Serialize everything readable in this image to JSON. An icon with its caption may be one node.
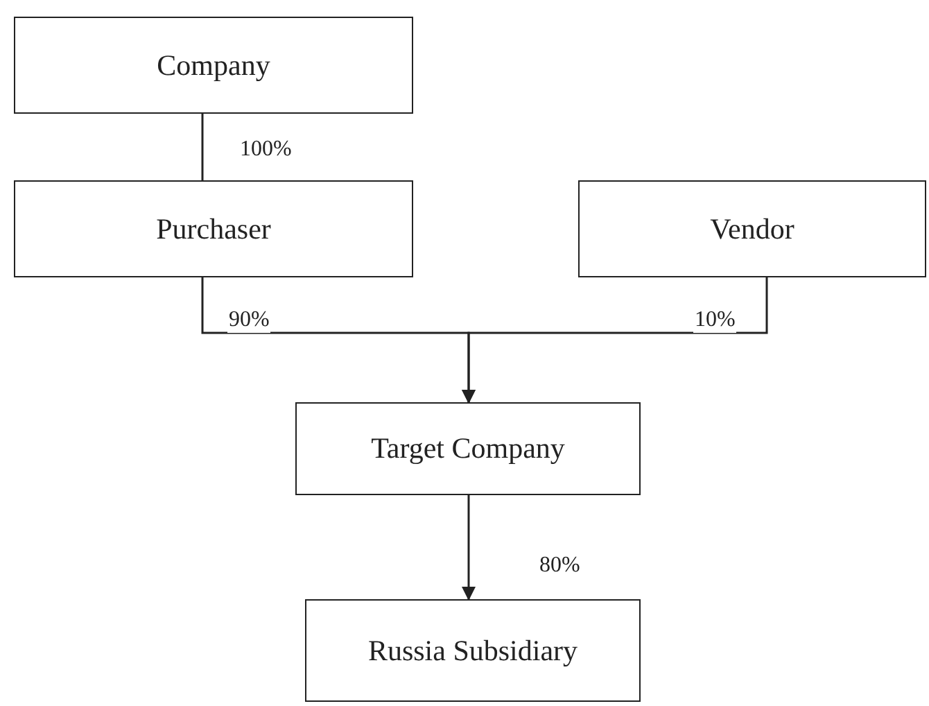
{
  "diagram": {
    "nodes": [
      {
        "text": [
          "Company"
        ]
      },
      {
        "text": [
          "Purchaser"
        ]
      },
      {
        "text": [
          "Vendor"
        ]
      },
      {
        "text": [
          "Target Company"
        ]
      },
      {
        "text": [
          "Russia Subsidiary"
        ]
      }
    ],
    "edges": [
      {
        "from": 0,
        "to": 1,
        "arrow": "none",
        "label": "100%"
      },
      {
        "from": 1,
        "to": 3,
        "arrow": "to",
        "label": "90%"
      },
      {
        "from": 2,
        "to": 3,
        "arrow": "to",
        "label": "10%"
      },
      {
        "from": 3,
        "to": 4,
        "arrow": "to",
        "label": "80%"
      }
    ]
  }
}
